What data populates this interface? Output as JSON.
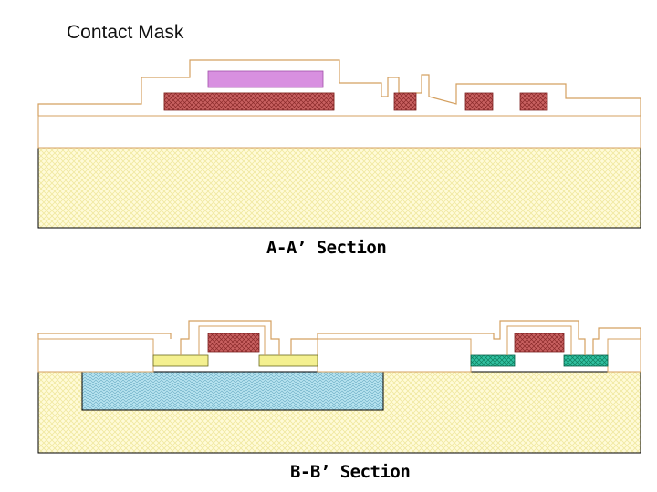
{
  "title": "Contact Mask",
  "sections": {
    "aa_caption": "A-A’ Section",
    "bb_caption": "B-B’ Section"
  },
  "colors": {
    "outline": "#d4a060",
    "substrate_fill": "#fffbd8",
    "substrate_hatch": "#f0e8a0",
    "gate_fill": "#c86060",
    "gate_hatch": "#8a2a2a",
    "contact_mask_fill": "#d890e0",
    "nwell_fill": "#b8e4f0",
    "nwell_hatch": "#70b0c8",
    "n_diffusion_fill": "#f4f090",
    "p_diffusion_fill": "#30c0a0"
  }
}
